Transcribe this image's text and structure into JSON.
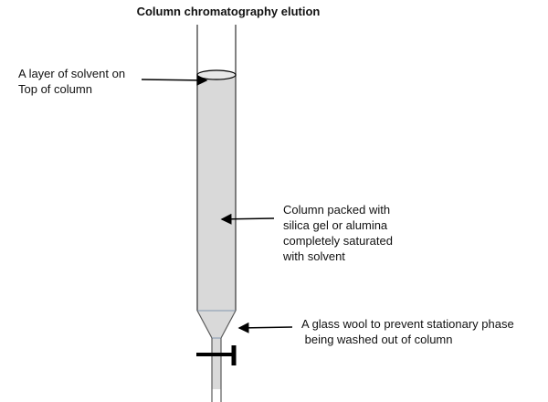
{
  "title": "Column chromatography elution",
  "labels": {
    "solvent_layer": "A layer of solvent on\nTop of column",
    "packed_column": "Column packed with\nsilica gel or alumina\ncompletely saturated\nwith solvent",
    "glass_wool": "A glass wool to prevent stationary phase\n being washed out of column"
  },
  "colors": {
    "fill": "#d9d9d9",
    "wall": "#595959",
    "ink": "#000000"
  }
}
